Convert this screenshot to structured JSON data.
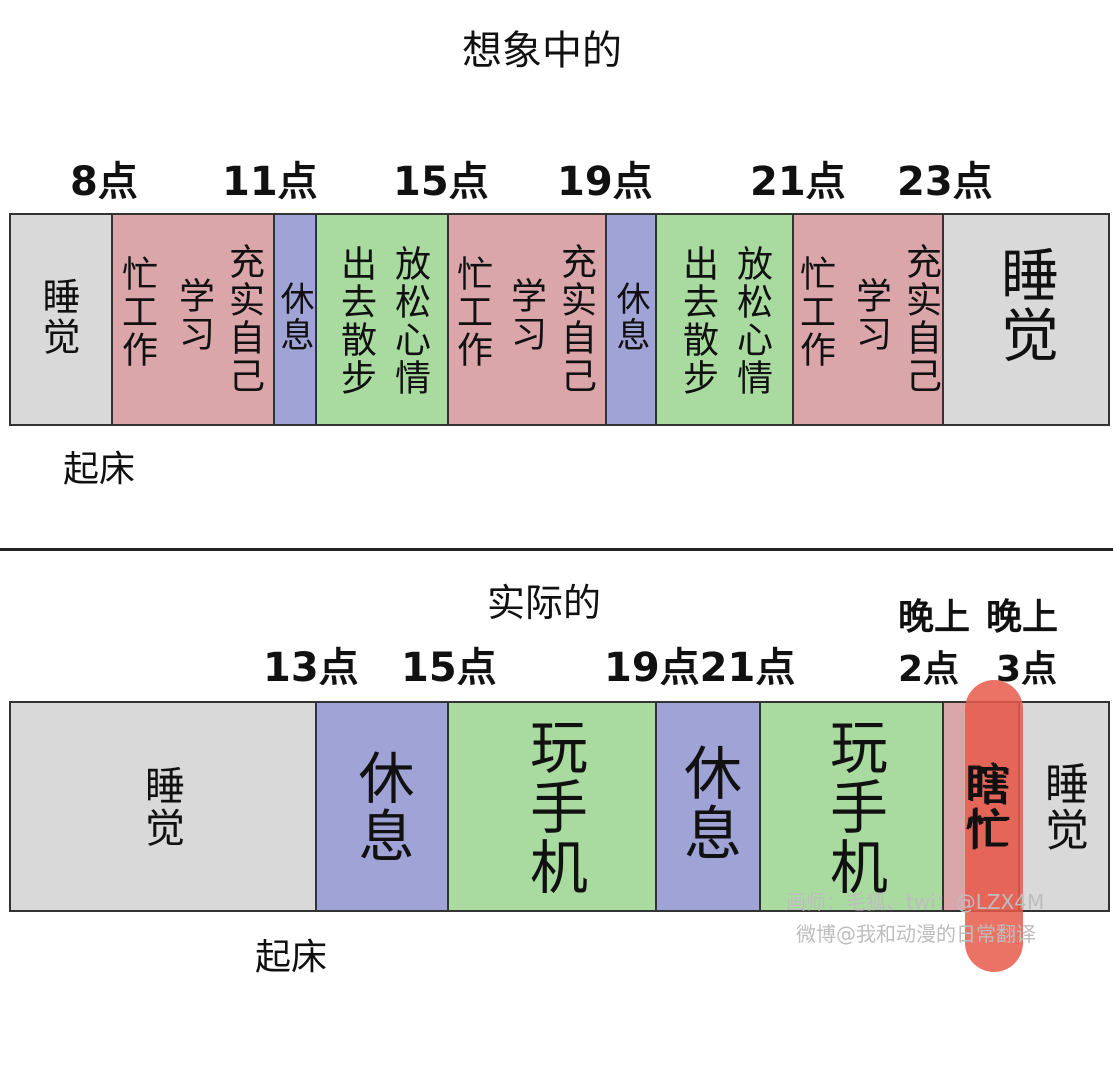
{
  "top": {
    "title": "想象中的",
    "ticks": [
      "8点",
      "11点",
      "15点",
      "19点",
      "21点",
      "23点"
    ],
    "segments": [
      {
        "color": "gray",
        "lines": [
          "睡觉"
        ]
      },
      {
        "color": "pink",
        "lines": [
          "忙工作",
          "学习",
          "充实自己"
        ]
      },
      {
        "color": "blue",
        "lines": [
          "休息"
        ]
      },
      {
        "color": "green",
        "lines": [
          "出去散步",
          "放松心情"
        ]
      },
      {
        "color": "pink",
        "lines": [
          "忙工作",
          "学习",
          "充实自己"
        ]
      },
      {
        "color": "blue",
        "lines": [
          "休息"
        ]
      },
      {
        "color": "green",
        "lines": [
          "出去散步",
          "放松心情"
        ]
      },
      {
        "color": "pink",
        "lines": [
          "忙工作",
          "学习",
          "充实自己"
        ]
      },
      {
        "color": "gray",
        "lines": [
          "睡觉"
        ]
      }
    ],
    "note": "起床"
  },
  "bottom": {
    "title": "实际的",
    "ticks": [
      "13点",
      "15点",
      "19点21点",
      "晚上",
      "2点",
      "晚上",
      "3点"
    ],
    "segments": [
      {
        "color": "gray",
        "lines": [
          "睡觉"
        ]
      },
      {
        "color": "blue",
        "lines": [
          "休息"
        ]
      },
      {
        "color": "green",
        "lines": [
          "玩手机"
        ]
      },
      {
        "color": "blue",
        "lines": [
          "休息"
        ]
      },
      {
        "color": "green",
        "lines": [
          "玩手机"
        ]
      },
      {
        "color": "pink",
        "lines": [
          "瞎忙"
        ]
      },
      {
        "color": "gray",
        "lines": [
          "睡觉"
        ]
      }
    ],
    "note": "起床"
  },
  "watermark": [
    "画师：毛狐、twi：@LZX4M",
    "微博@我和动漫的日常翻译"
  ],
  "colors": {
    "gray": "#d9d9d9",
    "pink": "#dba6aa",
    "blue": "#9fa3d6",
    "green": "#a9dba0",
    "mark": "#e65a4b"
  }
}
